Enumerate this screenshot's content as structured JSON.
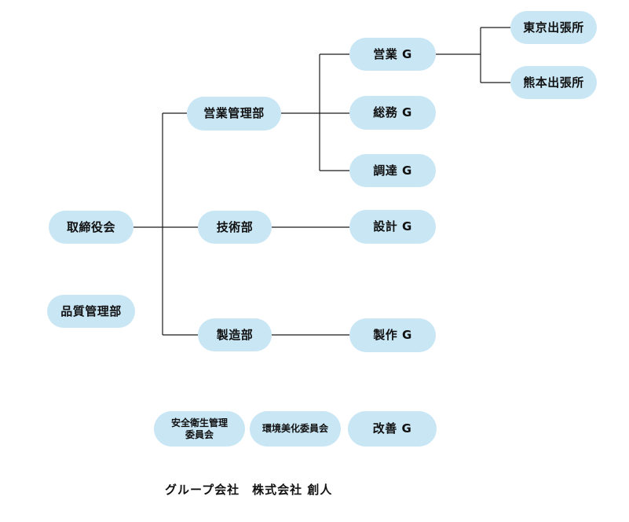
{
  "diagram": {
    "nodes": {
      "board": {
        "label": "取締役会"
      },
      "quality": {
        "label": "品質管理部"
      },
      "sales_mgmt": {
        "label": "営業管理部"
      },
      "tech": {
        "label": "技術部"
      },
      "mfg": {
        "label": "製造部"
      },
      "sales_g": {
        "label": "営業 G"
      },
      "soumu_g": {
        "label": "総務 G"
      },
      "chotatsu_g": {
        "label": "調達 G"
      },
      "sekkei_g": {
        "label": "設計 G"
      },
      "seisaku_g": {
        "label": "製作 G"
      },
      "tokyo": {
        "label": "東京出張所"
      },
      "kumamoto": {
        "label": "熊本出張所"
      },
      "safety": {
        "line1": "安全衛生管理",
        "line2": "委員会"
      },
      "env": {
        "label": "環境美化委員会"
      },
      "kaizen_g": {
        "label": "改善 G"
      }
    },
    "edges": [
      [
        "board",
        "sales_mgmt"
      ],
      [
        "board",
        "tech"
      ],
      [
        "board",
        "mfg"
      ],
      [
        "sales_mgmt",
        "sales_g"
      ],
      [
        "sales_mgmt",
        "soumu_g"
      ],
      [
        "sales_mgmt",
        "chotatsu_g"
      ],
      [
        "tech",
        "sekkei_g"
      ],
      [
        "mfg",
        "seisaku_g"
      ],
      [
        "sales_g",
        "tokyo"
      ],
      [
        "sales_g",
        "kumamoto"
      ]
    ],
    "caption": "グループ会社　株式会社 創人",
    "colors": {
      "node_fill": "#c9e6f5",
      "line": "#1a1a1a",
      "text": "#111111"
    }
  }
}
